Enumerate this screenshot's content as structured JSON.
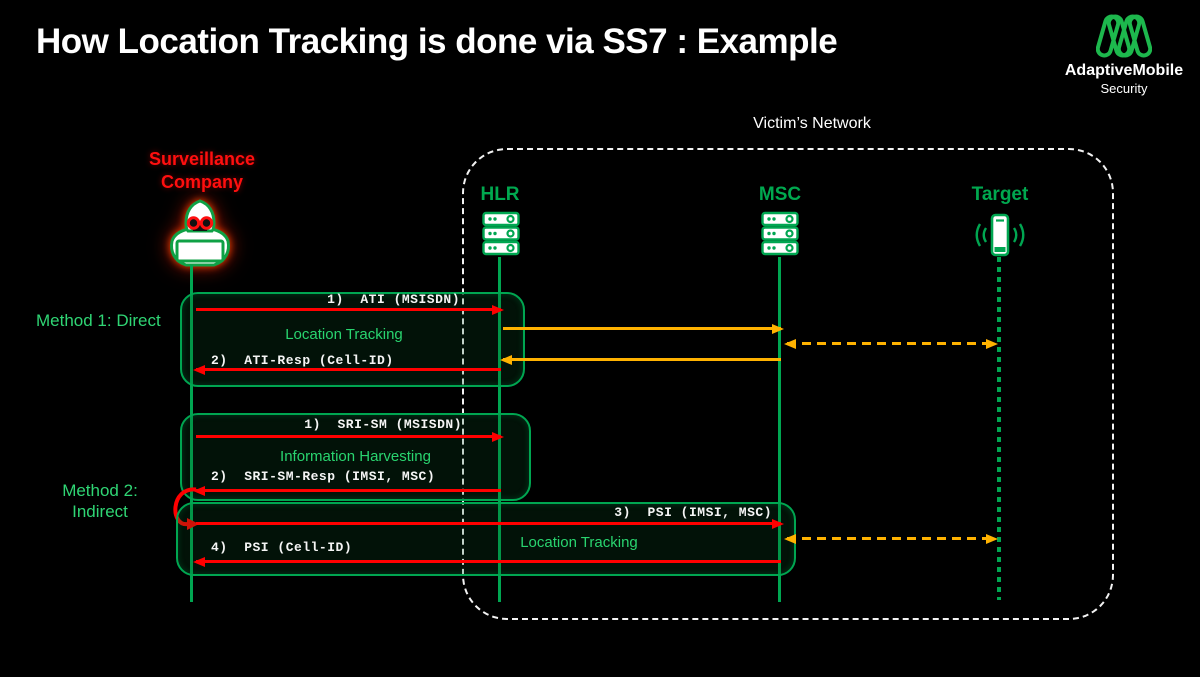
{
  "title": "How Location Tracking is done via SS7 : Example",
  "brand": {
    "name": "AdaptiveMobile",
    "sub": "Security",
    "logo_icon": "adaptivemobile-m-logo"
  },
  "network": {
    "label": "Victim’s Network"
  },
  "actors": {
    "surveillance": {
      "line1": "Surveillance",
      "line2": "Company",
      "icon": "hacker-icon"
    },
    "hlr": {
      "label": "HLR",
      "icon": "server-icon"
    },
    "msc": {
      "label": "MSC",
      "icon": "server-icon"
    },
    "target": {
      "label": "Target",
      "icon": "mobile-phone-icon"
    }
  },
  "method1": {
    "label": "Method 1: Direct",
    "msg1": "1)  ATI (MSISDN)",
    "activity": "Location Tracking",
    "msg2": "2)  ATI-Resp (Cell-ID)"
  },
  "method2": {
    "label_line1": "Method 2:",
    "label_line2": "Indirect",
    "msg1": "1)  SRI-SM (MSISDN)",
    "activity1": "Information Harvesting",
    "msg2": "2)  SRI-SM-Resp (IMSI, MSC)",
    "msg3": "3)  PSI (IMSI, MSC)",
    "activity2": "Location Tracking",
    "msg4": "4)  PSI (Cell-ID)"
  },
  "colors": {
    "background": "#000000",
    "line_green": "#00a651",
    "text_green": "#2fd574",
    "attack_red": "#ff0000",
    "internal_amber": "#ffb200",
    "boundary_white": "#f2f2f2"
  }
}
